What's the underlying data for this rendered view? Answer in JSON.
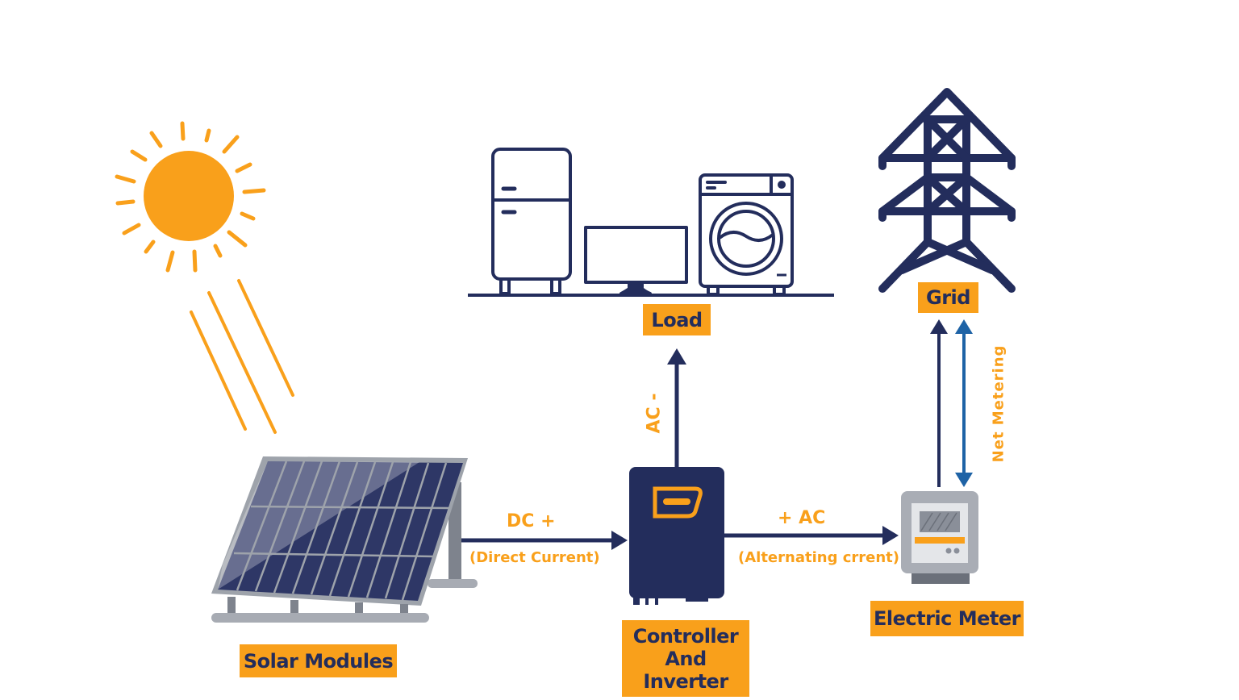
{
  "title": "Solar Power System Diagram",
  "colors": {
    "navy": "#232D5C",
    "orange": "#F9A01B",
    "blue": "#1E63A6",
    "panel_gray": "#8A8F99",
    "meter_gray": "#A9ADB5"
  },
  "nodes": {
    "sun": {
      "icon": "sun-icon"
    },
    "solar": {
      "label": "Solar Modules",
      "icon": "solar-panel-icon"
    },
    "inverter": {
      "label_line1": "Controller",
      "label_line2": "And",
      "label_line3": "Inverter",
      "icon": "inverter-icon"
    },
    "load": {
      "label": "Load",
      "icons": [
        "refrigerator-icon",
        "monitor-icon",
        "washing-machine-icon"
      ]
    },
    "grid": {
      "label": "Grid",
      "icon": "transmission-tower-icon"
    },
    "meter": {
      "label": "Electric Meter",
      "icon": "electric-meter-icon"
    }
  },
  "flows": {
    "dc": {
      "label": "DC +",
      "sublabel": "(Direct Current)"
    },
    "ac_out": {
      "label": "+ AC",
      "sublabel": "(Alternating crrent)"
    },
    "ac_load": {
      "label": "AC -"
    },
    "net_metering": {
      "label": "Net Metering"
    }
  }
}
